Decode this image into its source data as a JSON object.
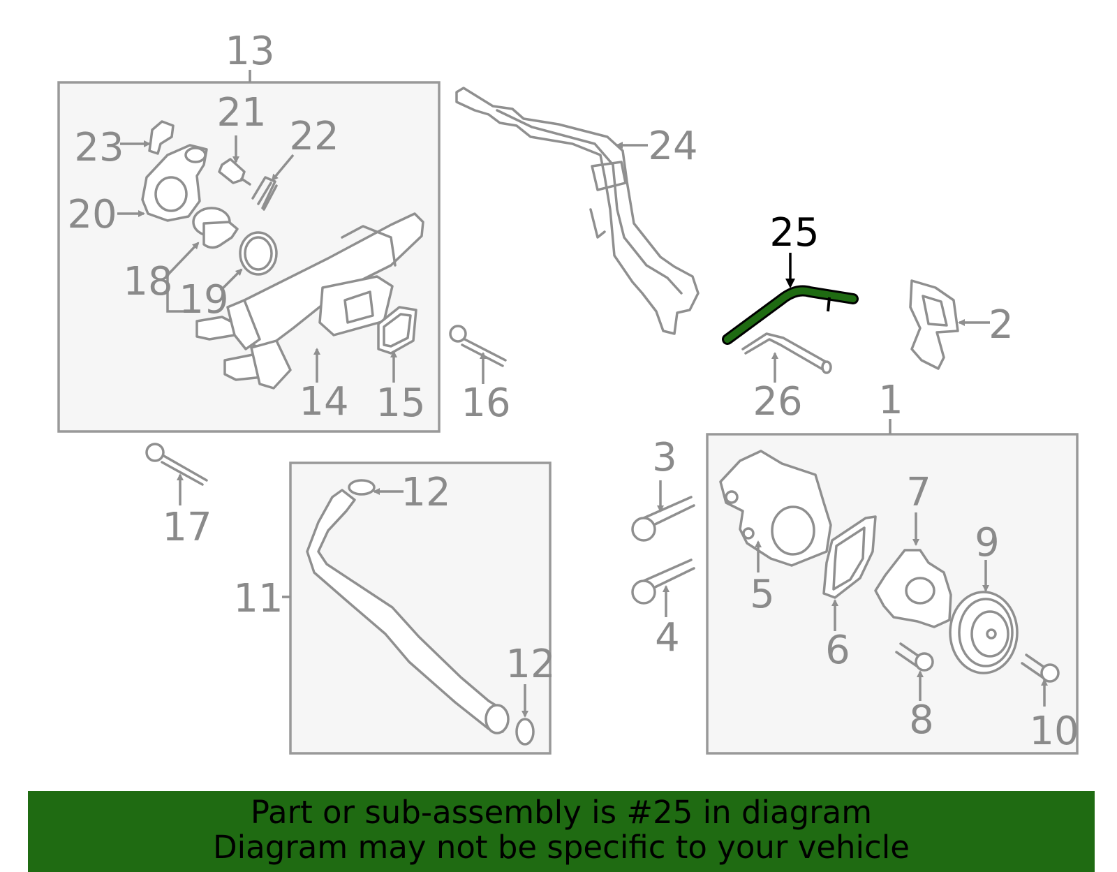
{
  "diagram": {
    "highlight_color": "#1f6b12",
    "highlighted_part": "25",
    "callouts": {
      "c1": "1",
      "c2": "2",
      "c3": "3",
      "c4": "4",
      "c5": "5",
      "c6": "6",
      "c7": "7",
      "c8": "8",
      "c9": "9",
      "c10": "10",
      "c11": "11",
      "c12a": "12",
      "c12b": "12",
      "c13": "13",
      "c14": "14",
      "c15": "15",
      "c16": "16",
      "c17": "17",
      "c18": "18",
      "c19": "19",
      "c20": "20",
      "c21": "21",
      "c22": "22",
      "c23": "23",
      "c24": "24",
      "c25": "25",
      "c26": "26"
    }
  },
  "banner": {
    "line1": "Part or sub-assembly is #25 in diagram",
    "line2": "Diagram may not be specific to your vehicle",
    "background": "#1f6b12"
  }
}
